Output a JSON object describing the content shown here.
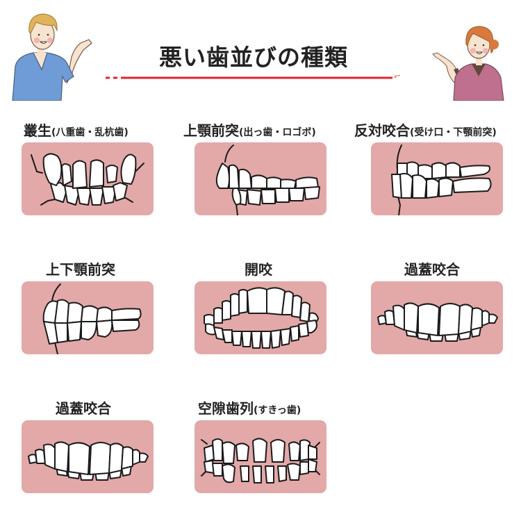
{
  "header": {
    "title": "悪い歯並びの種類",
    "accent_color": "#e0262b"
  },
  "illustrations": {
    "left_person": "male-dentist-gesturing",
    "right_person": "female-dental-hygienist-gesturing"
  },
  "panel_color": "#e3a8a8",
  "types": [
    {
      "main": "叢生",
      "sub": "(八重歯・乱杭歯)",
      "illustration": "crowded-teeth"
    },
    {
      "main": "上顎前突",
      "sub": "(出っ歯・ロゴボ)",
      "illustration": "overjet-teeth"
    },
    {
      "main": "反対咬合",
      "sub": "(受け口・下顎前突)",
      "illustration": "underbite-teeth"
    },
    {
      "main": "上下顎前突",
      "sub": "",
      "illustration": "bimaxillary-protrusion-teeth"
    },
    {
      "main": "開咬",
      "sub": "",
      "illustration": "open-bite-teeth"
    },
    {
      "main": "過蓋咬合",
      "sub": "",
      "illustration": "deep-bite-teeth"
    },
    {
      "main": "過蓋咬合",
      "sub": "",
      "illustration": "deep-bite-teeth"
    },
    {
      "main": "空隙歯列",
      "sub": "(すきっ歯)",
      "illustration": "spaced-teeth"
    }
  ]
}
